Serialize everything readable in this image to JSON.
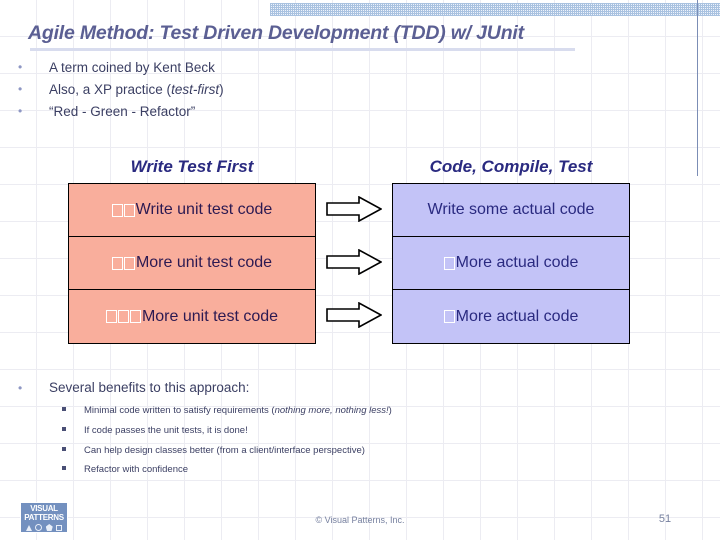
{
  "slide": {
    "title": "Agile Method: Test Driven Development (TDD) w/ JUnit",
    "page_number": "51",
    "copyright": "© Visual Patterns, Inc.",
    "bullet_marker": "•",
    "colors": {
      "title": "#5b5f93",
      "left_cell_fill": "#f9ae9c",
      "right_cell_fill": "#c3c3f7",
      "heading_text": "#2a2a80",
      "banner": "#a9c2e0",
      "logo_bg": "#7390bf"
    }
  },
  "intro_bullets": [
    {
      "text": "A term coined by Kent Beck"
    },
    {
      "pre": "Also, a XP practice (",
      "em": "test-first",
      "post": ")"
    },
    {
      "text": "“Red - Green - Refactor”"
    }
  ],
  "columns": {
    "left_heading": "Write Test First",
    "right_heading": "Code, Compile, Test"
  },
  "rows": [
    {
      "left": {
        "tofu": 2,
        "text": "Write unit test code"
      },
      "right": {
        "tofu": 0,
        "text": "Write some actual code"
      },
      "arrow": "block-arrow-right"
    },
    {
      "left": {
        "tofu": 2,
        "text": "More unit test code"
      },
      "right": {
        "tofu": 1,
        "text": "More actual code"
      },
      "arrow": "block-arrow-right"
    },
    {
      "left": {
        "tofu": 3,
        "text": "More unit test code"
      },
      "right": {
        "tofu": 1,
        "text": "More actual code"
      },
      "arrow": "block-arrow-right"
    }
  ],
  "benefits": {
    "heading": "Several benefits to this approach:",
    "items": [
      {
        "pre": "Minimal code written to satisfy requirements (",
        "em": "nothing more, nothing less!",
        "post": ")"
      },
      {
        "pre": "If code passes the unit tests, it is done!",
        "em": "",
        "post": ""
      },
      {
        "pre": "Can help design classes better (from a client/interface perspective)",
        "em": "",
        "post": ""
      },
      {
        "pre": "Refactor with confidence",
        "em": "",
        "post": ""
      }
    ]
  },
  "logo": {
    "line1": "VISUAL",
    "line2": "PATTERNS",
    "shapes": [
      "triangle",
      "circle",
      "pentagon",
      "square"
    ]
  }
}
